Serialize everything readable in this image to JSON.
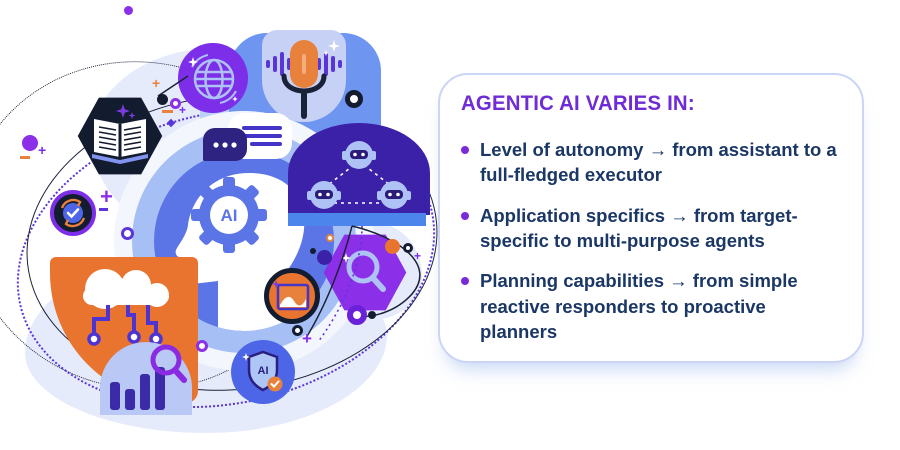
{
  "card": {
    "title": "AGENTIC AI VARIES IN:",
    "bullets": [
      "Level of autonomy → from assistant to a full-fledged executor",
      "Application specifics → from target-specific to multi-purpose agents",
      "Planning capabilities → from simple reactive responders to proactive planners"
    ],
    "accent_color": "#6f2bd6",
    "text_color": "#1b3765",
    "bullet_color": "#7a2bd9"
  },
  "illustration": {
    "ai_gear_label": "AI",
    "ai_shield_label": "AI",
    "icon_names": [
      "ai-head-gear",
      "open-book",
      "globe",
      "voice-microphone",
      "chat-bubbles",
      "robot-network",
      "cloud-circuit",
      "bar-chart-magnifier",
      "image-recognition",
      "search-hexagon",
      "ai-shield-verified",
      "sync-check-badge"
    ],
    "colors": {
      "purple": "#7c2ee8",
      "indigo": "#3b21a7",
      "blue": "#5b74e6",
      "light_blue": "#aec2f6",
      "orange": "#e8742f",
      "navy": "#141c30",
      "lavender": "#e6ebfb"
    }
  }
}
